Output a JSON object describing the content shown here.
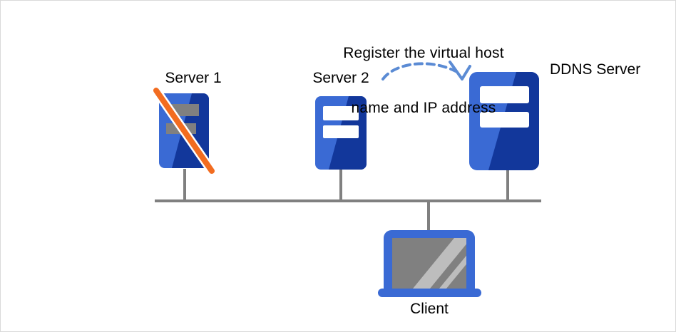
{
  "diagram": {
    "title": "DDNS virtual host registration network diagram",
    "caption": {
      "line1": "Register the virtual host",
      "line2": "name and IP address"
    },
    "nodes": [
      {
        "id": "server1",
        "label": "Server 1",
        "type": "server",
        "state": "disabled",
        "marker": "orange-slash",
        "bar_color": "#808080"
      },
      {
        "id": "server2",
        "label": "Server 2",
        "type": "server",
        "state": "active",
        "marker": "none",
        "bar_color": "#ffffff"
      },
      {
        "id": "ddns",
        "label": "DDNS Server",
        "type": "server",
        "state": "active",
        "marker": "none",
        "bar_color": "#ffffff"
      },
      {
        "id": "client",
        "label": "Client",
        "type": "laptop",
        "state": "active",
        "marker": "none",
        "bar_color": "#808080"
      }
    ],
    "connections": {
      "bus_label": "network-bus",
      "arrow_label": "register-arrow",
      "arrow_style": "dashed-curved"
    },
    "colors": {
      "blue_light": "#3a6ad4",
      "blue_dark": "#12379b",
      "orange": "#f26c20",
      "gray_line": "#808080",
      "gray_screen": "#808080",
      "gray_streak": "#bdbdbd",
      "arrow_blue": "#5b8bd4",
      "white": "#ffffff",
      "text": "#000000",
      "border": "#d9d9d9"
    }
  }
}
